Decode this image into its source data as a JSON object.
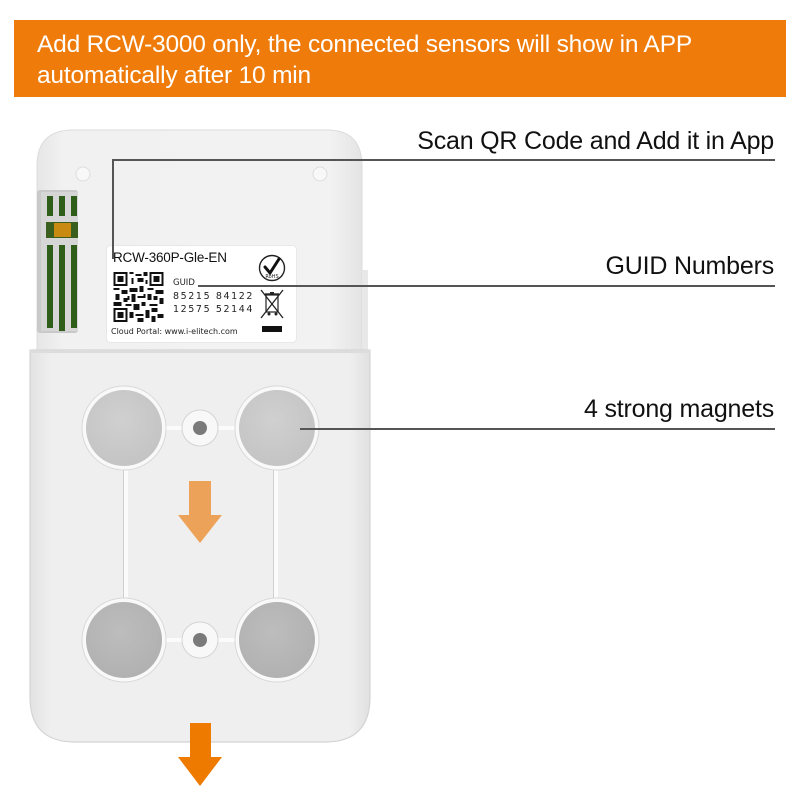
{
  "banner": {
    "line1": "Add RCW-3000 only, the connected sensors will show in APP",
    "line2": "automatically after 10 min",
    "color": "#EE7B0A"
  },
  "callouts": {
    "scan_qr": "Scan QR Code and Add it in App",
    "guid_numbers": "GUID Numbers",
    "magnets": "4 strong magnets"
  },
  "device_label": {
    "model": "RCW-360P-Gle-EN",
    "guid_title": "GUID",
    "guid_line1": "85215 84122",
    "guid_line2": "12575 52144",
    "portal": "Cloud Portal: www.i-elitech.com",
    "icons": [
      "qr-code-icon",
      "rohs-check-icon",
      "weee-crossed-bin-icon"
    ]
  },
  "device": {
    "magnet_count": 4,
    "slide_direction": "down",
    "arrow_color": "#EE7A00",
    "inner_arrow_color": "#EDA25A",
    "connector_color": "#2F5E1A"
  }
}
